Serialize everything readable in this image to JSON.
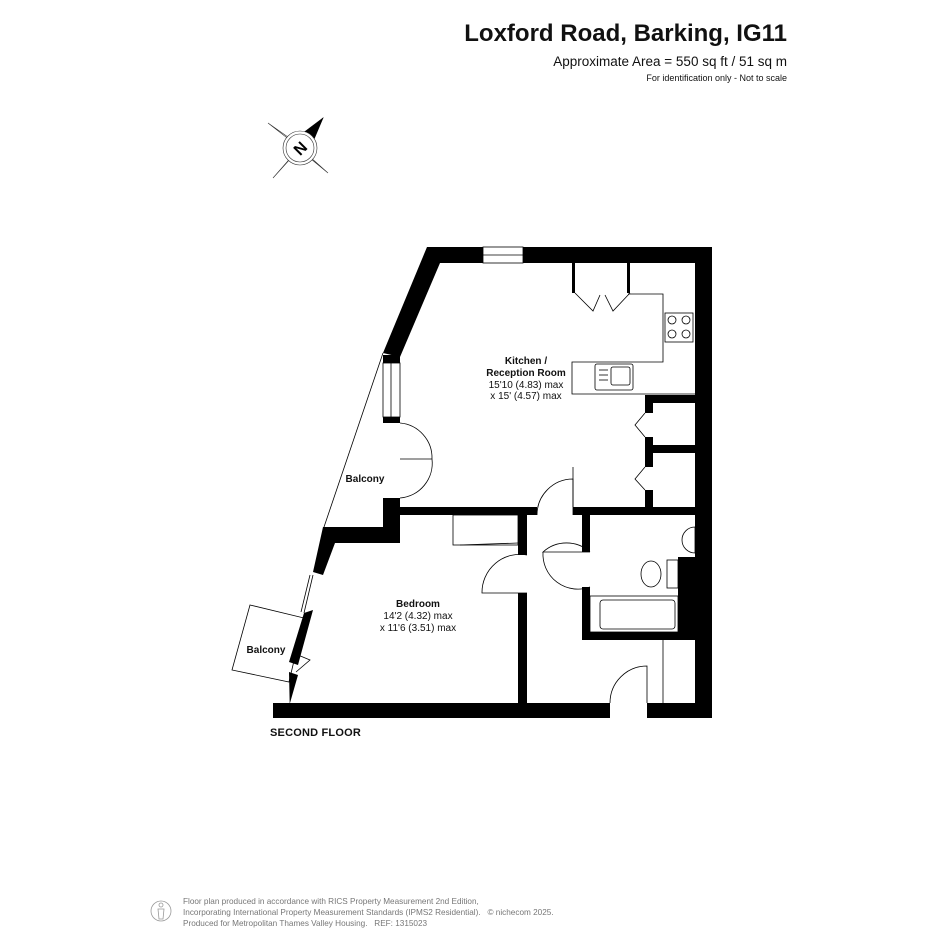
{
  "header": {
    "title": "Loxford Road, Barking, IG11",
    "area": "Approximate Area = 550 sq ft / 51 sq m",
    "note": "For identification only - Not to scale"
  },
  "compass": {
    "label": "N",
    "icon": "north-compass-icon"
  },
  "rooms": {
    "kitchen": {
      "name_line1": "Kitchen /",
      "name_line2": "Reception Room",
      "dim1": "15'10 (4.83) max",
      "dim2": "x 15' (4.57) max"
    },
    "bedroom": {
      "name": "Bedroom",
      "dim1": "14'2 (4.32) max",
      "dim2": "x 11'6 (3.51) max"
    },
    "balcony_main": {
      "name": "Balcony"
    },
    "balcony_small": {
      "name": "Balcony"
    }
  },
  "floor_label": "SECOND FLOOR",
  "footer": {
    "line1": "Floor plan produced in accordance with RICS Property Measurement 2nd Edition,",
    "line2": "Incorporating International Property Measurement Standards (IPMS2 Residential).",
    "copyright": "© nichecom 2025.",
    "line3": "Produced for Metropolitan Thames Valley Housing.",
    "ref": "REF: 1315023"
  }
}
